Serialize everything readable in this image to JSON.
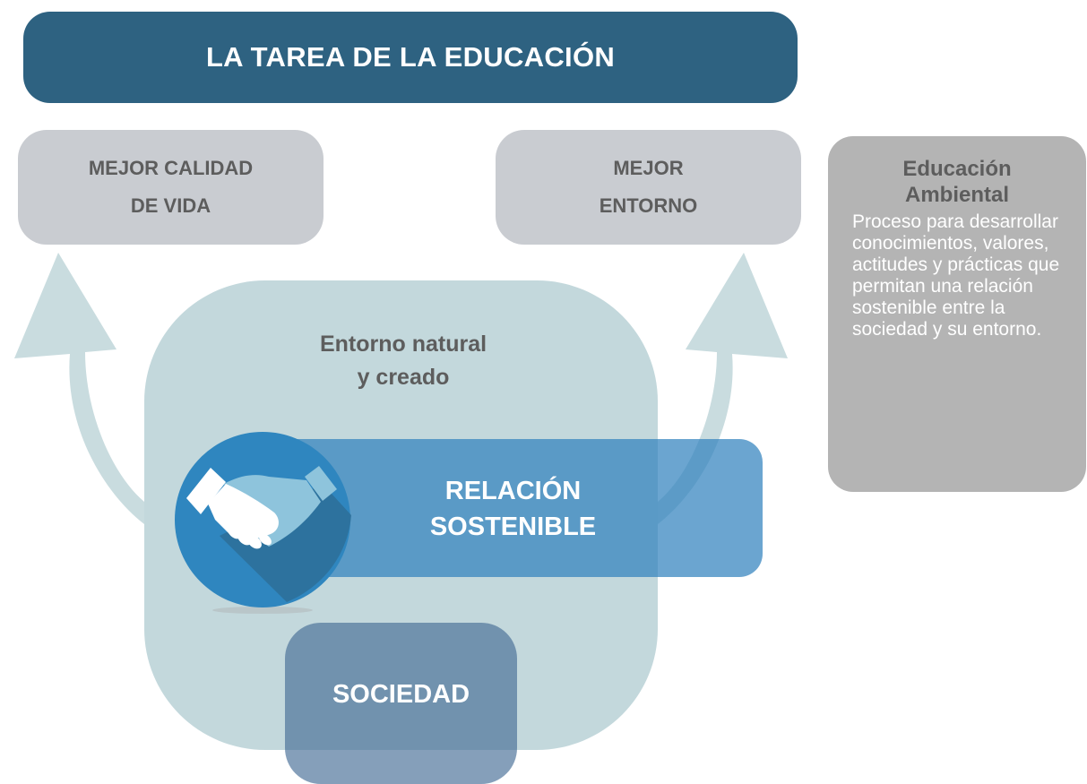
{
  "title": "LA TAREA DE LA EDUCACIÓN",
  "goal_left": {
    "line1": "MEJOR CALIDAD",
    "line2": "DE VIDA"
  },
  "goal_right": {
    "line1": "MEJOR",
    "line2": "ENTORNO"
  },
  "educacion_ambiental": {
    "title_line1": "Educación",
    "title_line2": "Ambiental",
    "description": "Proceso para desarrollar conocimientos, valores, actitudes y prácticas que permitan una relación sostenible entre la sociedad y su entorno."
  },
  "entorno": {
    "line1": "Entorno natural",
    "line2": "y creado"
  },
  "relacion": {
    "line1": "RELACIÓN",
    "line2": "SOSTENIBLE"
  },
  "sociedad": "SOCIEDAD",
  "icons": {
    "handshake": "handshake-icon"
  },
  "colors": {
    "title_bg": "#2e6281",
    "goal_bg": "#c9ccd1",
    "ea_bg": "#b4b4b4",
    "entorno_bg": "#c3d8dc",
    "arrow": "#c9dcdf",
    "relacion_bar": "#3a8cc4",
    "icon_circle": "#2f86bf",
    "sociedad_bg": "#5f88aa"
  }
}
